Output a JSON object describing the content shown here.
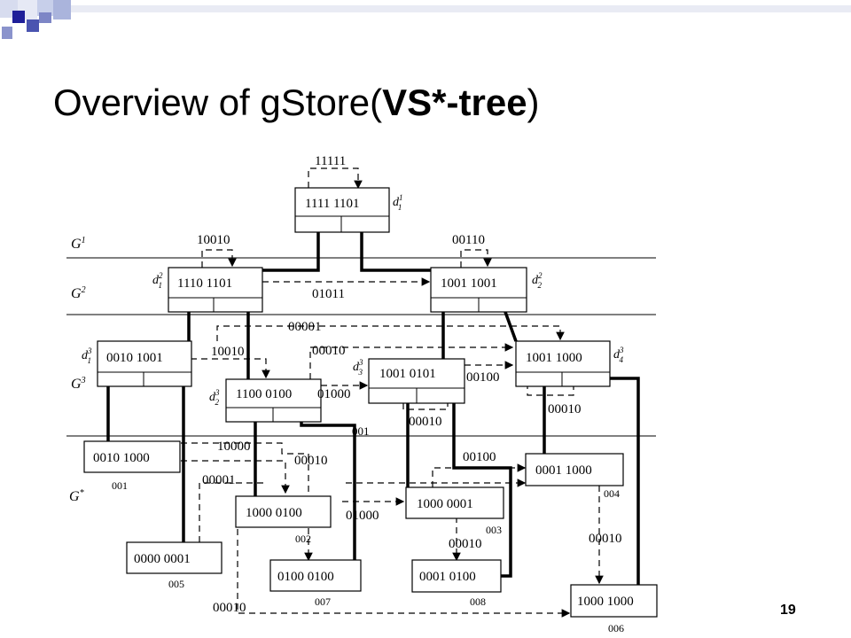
{
  "slide": {
    "title_prefix": "Overview of gStore(",
    "title_bold": "VS*-tree",
    "title_suffix": ")",
    "page_number": "19"
  },
  "diagram": {
    "levels": [
      "G",
      "G",
      "G",
      "G"
    ],
    "level_sups": [
      "1",
      "2",
      "3",
      "*"
    ],
    "nodes": {
      "root": "1111 1101",
      "d21": "1110 1101",
      "d22": "1001 1001",
      "d31": "0010 1001",
      "d32": "1100 0100",
      "d33": "1001 0101",
      "d34": "1001 1000",
      "n001": "0010 1000",
      "n002": "1000 0100",
      "n003": "1000 0001",
      "n004": "0001 1000",
      "n005": "0000 0001",
      "n006": "1000 1000",
      "n007": "0100 0100",
      "n008": "0001 0100"
    },
    "node_ids": {
      "n001": "001",
      "n002": "002",
      "n003": "003",
      "n004": "004",
      "n005": "005",
      "n006": "006",
      "n007": "007",
      "n008": "008"
    },
    "node_labels": {
      "root": "d",
      "root_sub": "1",
      "root_sup": "1",
      "d21": "d",
      "d21_sub": "1",
      "d21_sup": "2",
      "d22": "d",
      "d22_sub": "2",
      "d22_sup": "2",
      "d31": "d",
      "d31_sub": "1",
      "d31_sup": "3",
      "d32": "d",
      "d32_sub": "2",
      "d32_sup": "3",
      "d33": "d",
      "d33_sub": "3",
      "d33_sup": "3",
      "d34": "d",
      "d34_sub": "4",
      "d34_sup": "3"
    },
    "edge_labels": {
      "root_self": "11111",
      "d21_self": "10010",
      "d22_self": "00110",
      "d21_d22": "01011",
      "d31_d34": "00001",
      "d31_d32": "10010",
      "d32_d34": "00010",
      "d33_d34": "00100",
      "d32_d33": "01000",
      "d33_self": "00010",
      "d34_self": "00010",
      "n001_n007": "10000",
      "n002_n007": "00010",
      "n003_n004": "00100",
      "n005_n002": "00001",
      "n002_n003": "01000",
      "n003_n008": "00010",
      "n004_n006": "00010",
      "n002_n006": "00010",
      "n001_lbl": "001"
    }
  }
}
